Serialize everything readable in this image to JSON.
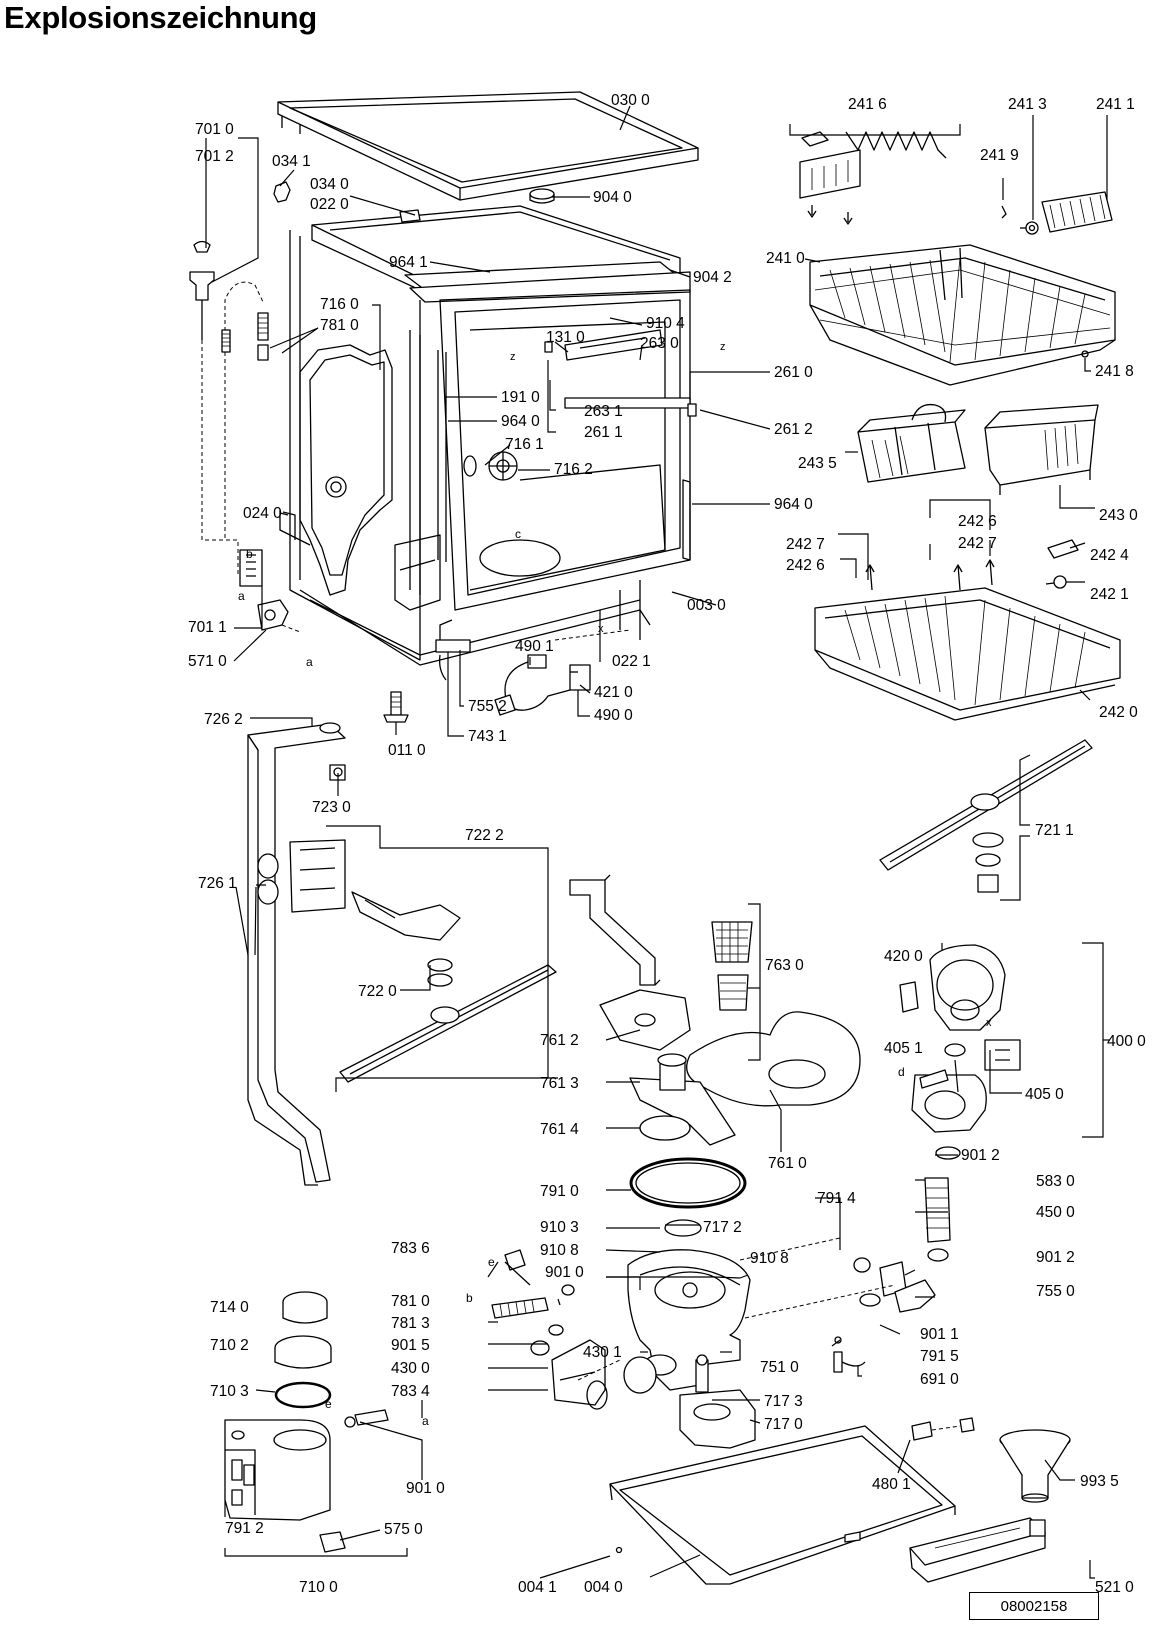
{
  "title": "Explosionszeichnung",
  "doc_number": "08002158",
  "letter_markers": [
    "a",
    "b",
    "c",
    "d",
    "e",
    "x",
    "z"
  ],
  "labels": {
    "l0300": "030 0",
    "l7010": "701 0",
    "l7012": "701 2",
    "l0341": "034 1",
    "l0340": "034 0",
    "l0220": "022 0",
    "l9040": "904 0",
    "l9641": "964 1",
    "l9042": "904 2",
    "l7160": "716 0",
    "l7810a": "781 0",
    "l9104": "910 4",
    "l1310": "131 0",
    "l2630": "263 0",
    "l2610": "261 0",
    "l1910": "191 0",
    "l9640a": "964 0",
    "l2631": "263 1",
    "l2611": "261 1",
    "l2612": "261 2",
    "l7161": "716 1",
    "l7162": "716 2",
    "l9640b": "964 0",
    "l0240": "024 0",
    "l0030": "003 0",
    "l7011": "701 1",
    "l5710": "571 0",
    "l4901": "490 1",
    "l0221": "022 1",
    "l4210": "421 0",
    "l4900": "490 0",
    "l7552": "755 2",
    "l0110": "011 0",
    "l7431": "743 1",
    "l2416": "241 6",
    "l2413": "241 3",
    "l2411": "241 1",
    "l2419": "241 9",
    "l2410": "241 0",
    "l2418": "241 8",
    "l2435": "243 5",
    "l2430": "243 0",
    "l2426a": "242 6",
    "l2427a": "242 7",
    "l2427b": "242 7",
    "l2426b": "242 6",
    "l2424": "242 4",
    "l2421": "242 1",
    "l2420": "242 0",
    "l7211": "721 1",
    "l7262": "726 2",
    "l7230": "723 0",
    "l7222": "722 2",
    "l7261": "726 1",
    "l7220": "722 0",
    "l7630": "763 0",
    "l7612": "761 2",
    "l7613": "761 3",
    "l7614": "761 4",
    "l7610": "761 0",
    "l4200": "420 0",
    "l4000": "400 0",
    "l4051": "405 1",
    "l4050": "405 0",
    "l7910": "791 0",
    "l9012a": "901 2",
    "l7914": "791 4",
    "l5830": "583 0",
    "l4500": "450 0",
    "l9103": "910 3",
    "l7172": "717 2",
    "l7836": "783 6",
    "l9108a": "910 8",
    "l9108b": "910 8",
    "l9010a": "901 0",
    "l9012b": "901 2",
    "l7550": "755 0",
    "l7810b": "781 0",
    "l9011": "901 1",
    "l7140": "714 0",
    "l7813": "781 3",
    "l7915": "791 5",
    "l7102": "710 2",
    "l9015": "901 5",
    "l4301": "430 1",
    "l7510": "751 0",
    "l6910": "691 0",
    "l4300": "430 0",
    "l7103": "710 3",
    "l7173": "717 3",
    "l7834": "783 4",
    "l7170": "717 0",
    "l9010b": "901 0",
    "l4801": "480 1",
    "l9935": "993 5",
    "l7912": "791 2",
    "l5750": "575 0",
    "l0041": "004 1",
    "l0040": "004 0",
    "l5210": "521 0",
    "l7100": "710 0"
  }
}
